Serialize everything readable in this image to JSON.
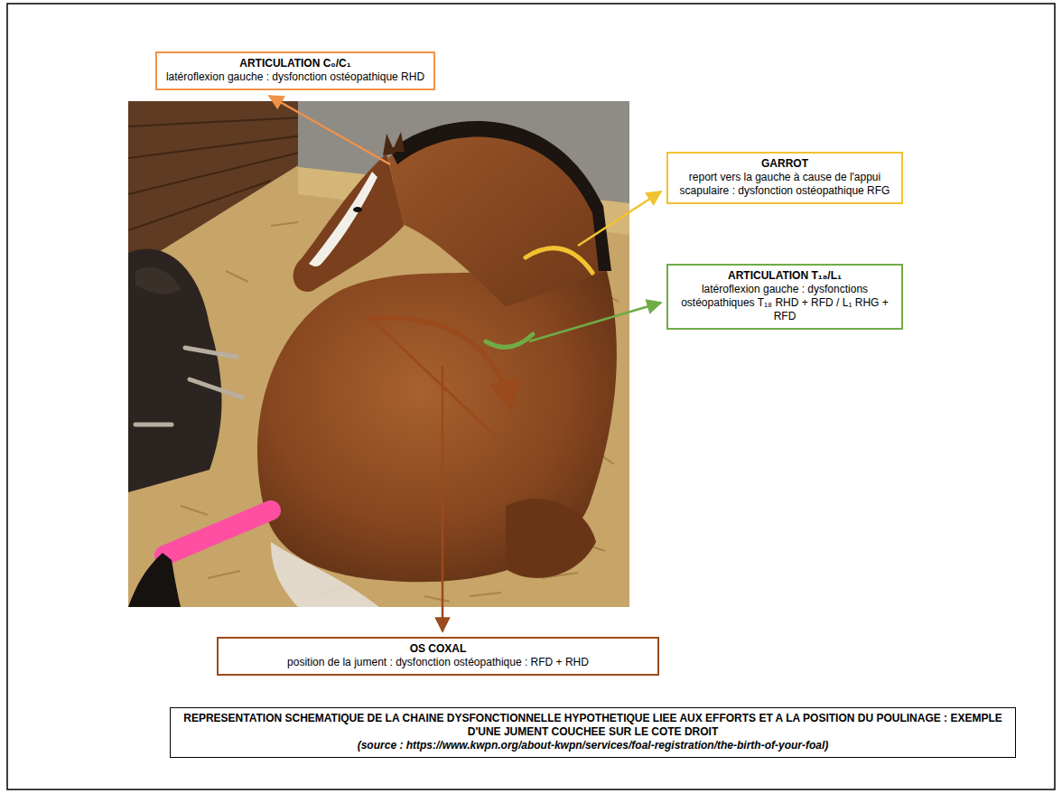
{
  "diagram": {
    "nodes": [
      {
        "text": [
          "ARTICULATION C₀/C₁",
          "latéroflexion gauche : dysfonction ostéopathique RHD"
        ]
      },
      {
        "text": [
          "GARROT",
          "report vers la gauche à cause de l'appui scapulaire : dysfonction ostéopathique RFG"
        ]
      },
      {
        "text": [
          "ARTICULATION T₁₈/L₁",
          "latéroflexion gauche : dysfonctions ostéopathiques T₁₈ RHD + RFD / L₁ RHG + RFD"
        ]
      },
      {
        "text": [
          "OS COXAL",
          "position de la jument : dysfonction ostéopathique : RFD + RHD"
        ]
      },
      {
        "text": [
          "REPRESENTATION SCHEMATIQUE DE LA CHAINE DYSFONCTIONNELLE HYPOTHETIQUE LIEE AUX EFFORTS ET A LA POSITION DU POULINAGE : EXEMPLE D'UNE JUMENT COUCHEE SUR LE COTE DROIT",
          "(source : https://www.kwpn.org/about-kwpn/services/foal-registration/the-birth-of-your-foal)"
        ]
      }
    ]
  }
}
